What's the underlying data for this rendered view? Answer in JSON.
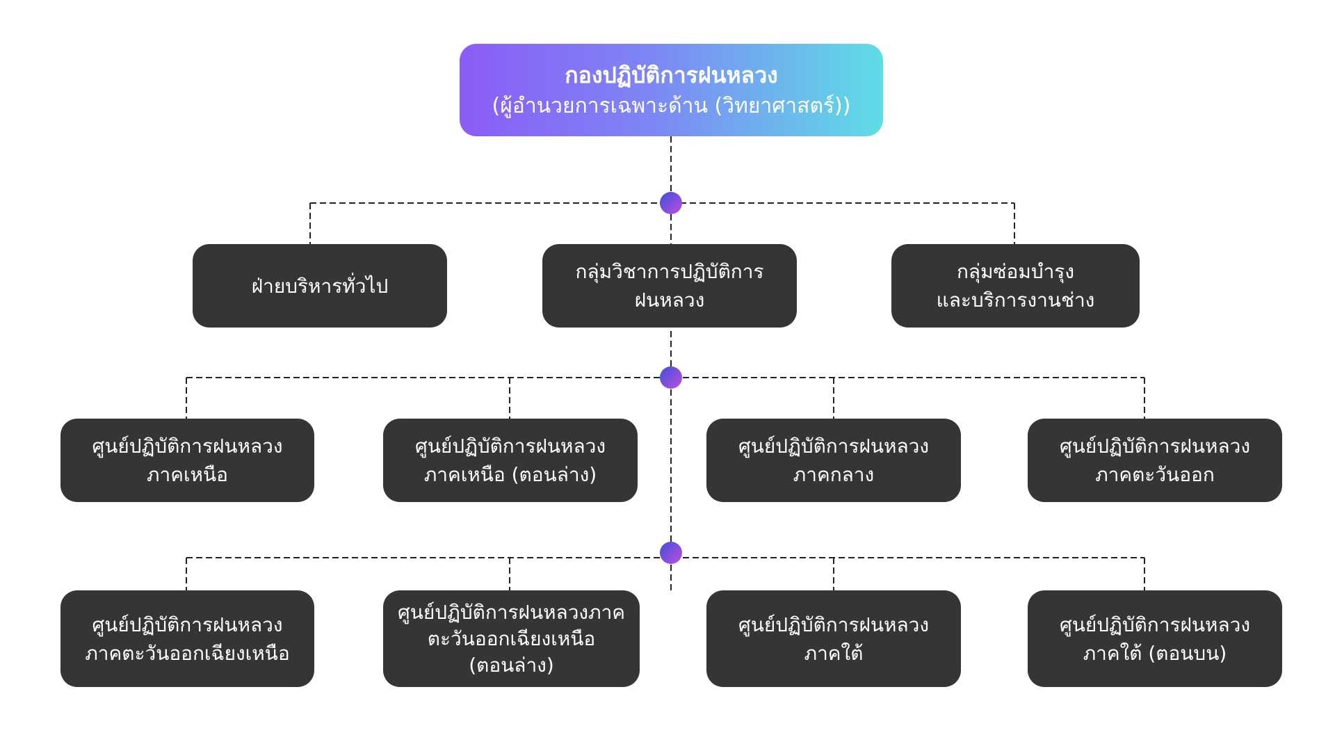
{
  "colors": {
    "node_bg": "#353535",
    "node_text": "#ffffff",
    "root_gradient_start": "#8b5cf6",
    "root_gradient_end": "#5fdde6",
    "connector": "#222222",
    "junction_dot_start": "#3b4fd8",
    "junction_dot_end": "#c04fe0"
  },
  "root": {
    "title": "กองปฏิบัติการฝนหลวง",
    "subtitle": "(ผู้อำนวยการเฉพาะด้าน (วิทยาศาสตร์))"
  },
  "level1": [
    {
      "lines": [
        "ฝ่ายบริหารทั่วไป"
      ]
    },
    {
      "lines": [
        "กลุ่มวิชาการปฏิบัติการ",
        "ฝนหลวง"
      ]
    },
    {
      "lines": [
        "กลุ่มซ่อมบำรุง",
        "และบริการงานช่าง"
      ]
    }
  ],
  "level2": [
    {
      "lines": [
        "ศูนย์ปฏิบัติการฝนหลวง",
        "ภาคเหนือ"
      ]
    },
    {
      "lines": [
        "ศูนย์ปฏิบัติการฝนหลวง",
        "ภาคเหนือ (ตอนล่าง)"
      ]
    },
    {
      "lines": [
        "ศูนย์ปฏิบัติการฝนหลวง",
        "ภาคกลาง"
      ]
    },
    {
      "lines": [
        "ศูนย์ปฏิบัติการฝนหลวง",
        "ภาคตะวันออก"
      ]
    }
  ],
  "level3": [
    {
      "lines": [
        "ศูนย์ปฏิบัติการฝนหลวง",
        "ภาคตะวันออกเฉียงเหนือ"
      ]
    },
    {
      "lines": [
        "ศูนย์ปฏิบัติการฝนหลวงภาค",
        "ตะวันออกเฉียงเหนือ",
        "(ตอนล่าง)"
      ]
    },
    {
      "lines": [
        "ศูนย์ปฏิบัติการฝนหลวง",
        "ภาคใต้"
      ]
    },
    {
      "lines": [
        "ศูนย์ปฏิบัติการฝนหลวง",
        "ภาคใต้ (ตอนบน)"
      ]
    }
  ]
}
